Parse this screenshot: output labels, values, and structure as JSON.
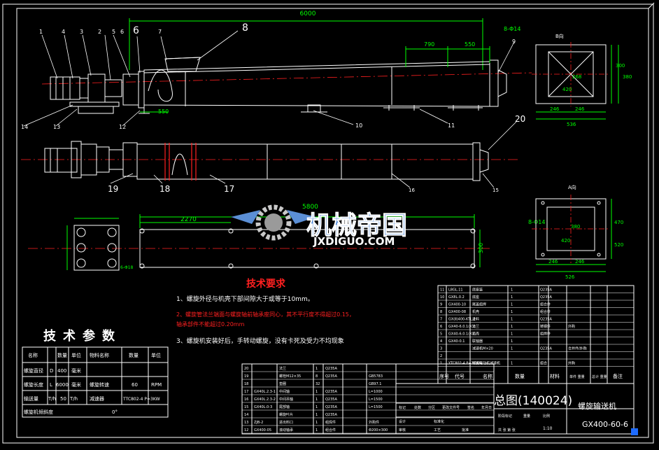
{
  "colors": {
    "background": "#000000",
    "border": "#ffffff",
    "green": "#00ff00",
    "red": "#ff2020",
    "white": "#ffffff",
    "cyan": "#00ffff",
    "blue_marker": "#1e6bff",
    "logo_blue": "#5b8fd6"
  },
  "dims": {
    "total_length": "6000",
    "d790": "790",
    "d550a": "550",
    "d550b": "550",
    "d2270": "2270",
    "d5800": "5800",
    "d300": "300",
    "bolt_top": "8-Φ14",
    "bolt_right": "8-Φ14",
    "bolt_left": "6-Φ18"
  },
  "section_top": {
    "label": "B向",
    "d420": "420",
    "d268": "268",
    "d246a": "246",
    "d246b": "246",
    "d536": "536",
    "d300": "300",
    "d380": "380"
  },
  "section_bottom": {
    "label": "A向",
    "d420": "420",
    "d380": "380",
    "d246a": "246",
    "d246b": "246",
    "d526": "526",
    "d470": "470",
    "d520": "520"
  },
  "callouts_top": [
    "1",
    "4",
    "3",
    "2",
    "5",
    "6",
    "6",
    "7",
    "8",
    "9",
    "10",
    "11",
    "12",
    "13",
    "14"
  ],
  "callouts_bottom": [
    "19",
    "18",
    "17",
    "16",
    "15",
    "20"
  ],
  "logo": {
    "brand": "机械帝国",
    "url": "JXDIGUO.COM"
  },
  "tech_req": {
    "title": "技术要求",
    "items": [
      "1、螺旋外径与机壳下部间隙大于或等于10mm。",
      "2、螺旋管法兰端面与螺旋轴前轴承座同心，其不平行度不得超过0.15，",
      "    轴承部件不能超过0.20mm",
      "3、螺旋机安装好后，手转动螺旋，没有卡死及受力不均现象"
    ]
  },
  "params": {
    "title": "技术参数",
    "headers": [
      "名称",
      "数量",
      "单位",
      "物料名称",
      "数量",
      "单位"
    ],
    "rows": [
      [
        "螺旋直径",
        "D",
        "400",
        "毫米",
        "",
        "",
        ""
      ],
      [
        "螺旋长度",
        "L",
        "6000",
        "毫米",
        "螺旋转速",
        "60",
        "RPM"
      ],
      [
        "输送量",
        "T/h",
        "50",
        "T/h",
        "减速器",
        "TTC802-4 P=3KW",
        ""
      ],
      [
        "螺旋机倾斜度",
        "",
        "",
        "",
        "0°",
        "",
        ""
      ]
    ]
  },
  "bom_right": {
    "rows": [
      [
        "11",
        "L8GL.11",
        "底座装",
        "1",
        "Q235A",
        "",
        ""
      ],
      [
        "10",
        "GX8L.0.2",
        "底座",
        "1",
        "Q235A",
        "",
        ""
      ],
      [
        "9",
        "GX400-10",
        "尾盖组焊",
        "1",
        "组合件",
        "",
        ""
      ],
      [
        "8",
        "GX400-08",
        "机壳",
        "1",
        "组合件",
        "",
        ""
      ],
      [
        "7",
        "GX(Ⅱ)400-KTL.2",
        "进料",
        "1",
        "Q235A",
        "",
        ""
      ],
      [
        "6",
        "GX40-6.0.1(X1)",
        "法兰",
        "1",
        "铸钢件",
        "",
        "外购"
      ],
      [
        "5",
        "GX40-6.0.1(X1)",
        "机壳",
        "1",
        "组焊件",
        "",
        ""
      ],
      [
        "4",
        "GX40-0.1",
        "联轴器",
        "1",
        "",
        "",
        ""
      ],
      [
        "3",
        "",
        "减速机M×20",
        "1",
        "Q235A",
        "",
        "合并件/外购"
      ],
      [
        "2",
        "",
        "",
        "",
        "",
        "",
        ""
      ],
      [
        "1",
        "YTC802-4 P=3.0KW",
        "螺旋电动机减速机",
        "1",
        "组合",
        "",
        "外购"
      ]
    ],
    "header": [
      "序号",
      "代号",
      "名称",
      "数量",
      "材料",
      "单件\n重量",
      "总计\n重量",
      "备注"
    ]
  },
  "bom_mid": {
    "rows": [
      [
        "20",
        "",
        "法兰",
        "1",
        "Q235A",
        "",
        ""
      ],
      [
        "19",
        "",
        "螺栓M12×35",
        "8",
        "Q235A",
        "",
        "GB5783"
      ],
      [
        "18",
        "",
        "垫圈",
        "32",
        "",
        "",
        "GB97.1"
      ],
      [
        "17",
        "GX40L.2.3-1",
        "中间轴",
        "1",
        "Q235A",
        "",
        "L=1000"
      ],
      [
        "16",
        "GX40L.2.3-2",
        "中间吊轴",
        "1",
        "Q235A",
        "",
        "L=1500"
      ],
      [
        "15",
        "GX40L.0-3",
        "尾部轴",
        "1",
        "Q235A",
        "",
        "L=1500"
      ],
      [
        "14",
        "",
        "螺旋叶片",
        "1",
        "Q235A",
        "",
        ""
      ],
      [
        "13",
        "ZJB-2",
        "进出料口",
        "1",
        "组焊件",
        "",
        "外购件"
      ],
      [
        "12",
        "GX400-05",
        "滚动轴承",
        "1",
        "组合件",
        "",
        "Φ200×300"
      ]
    ]
  },
  "title_block": {
    "drawing_title": "总图(140024)",
    "product_name": "螺旋输送机",
    "drawing_no": "GX400-60-6",
    "sub_labels": [
      "标记",
      "处数",
      "分区",
      "更改文件号",
      "签名",
      "年月日"
    ],
    "sub_labels2": [
      "设计",
      "标准化",
      "阶段标记",
      "重量",
      "比例"
    ],
    "sub_labels3": [
      "审核",
      "工艺",
      "批准",
      "共 张 第 张"
    ],
    "scale": "1:10"
  }
}
